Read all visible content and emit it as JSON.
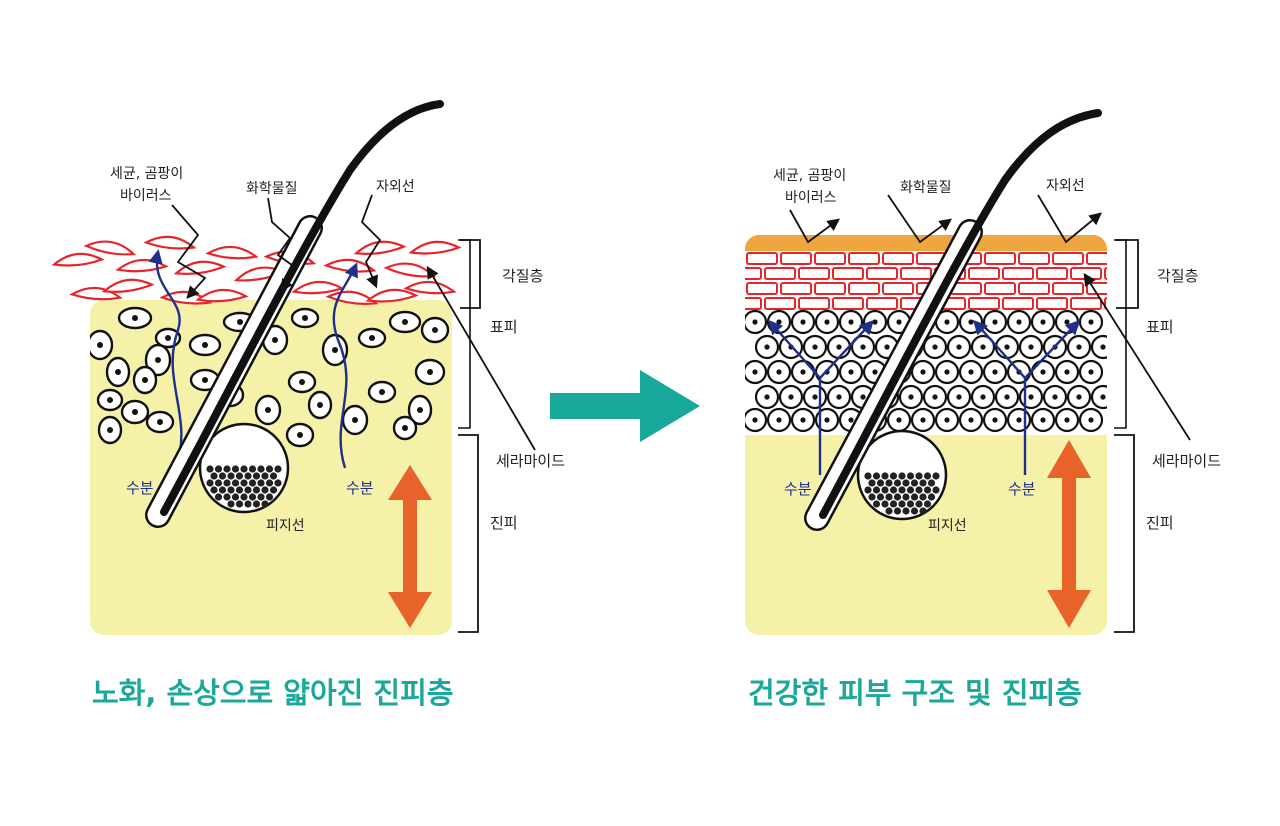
{
  "left": {
    "labels": {
      "bacteria_line1": "세균, 곰팡이",
      "bacteria_line2": "바이러스",
      "chemicals": "화학물질",
      "uv": "자외선",
      "stratum_corneum": "각질층",
      "epidermis": "표피",
      "ceramide": "세라마이드",
      "dermis": "진피",
      "water_left": "수분",
      "water_right": "수분",
      "sebaceous": "피지선"
    },
    "caption": "노화, 손상으로 얇아진 진피층"
  },
  "right": {
    "labels": {
      "bacteria_line1": "세균, 곰팡이",
      "bacteria_line2": "바이러스",
      "chemicals": "화학물질",
      "uv": "자외선",
      "stratum_corneum": "각질층",
      "epidermis": "표피",
      "ceramide": "세라마이드",
      "dermis": "진피",
      "water_left": "수분",
      "water_right": "수분",
      "sebaceous": "피지선"
    },
    "caption": "건강한 피부 구조 및 진피층"
  },
  "colors": {
    "dermis_fill": "#f6f1a8",
    "corneum_red": "#e8242b",
    "sebum_orange": "#f0a640",
    "transition_arrow": "#18a99a",
    "thickness_arrow": "#e8632a",
    "water_arrow": "#1f2f8a",
    "caption": "#1aa89a"
  }
}
